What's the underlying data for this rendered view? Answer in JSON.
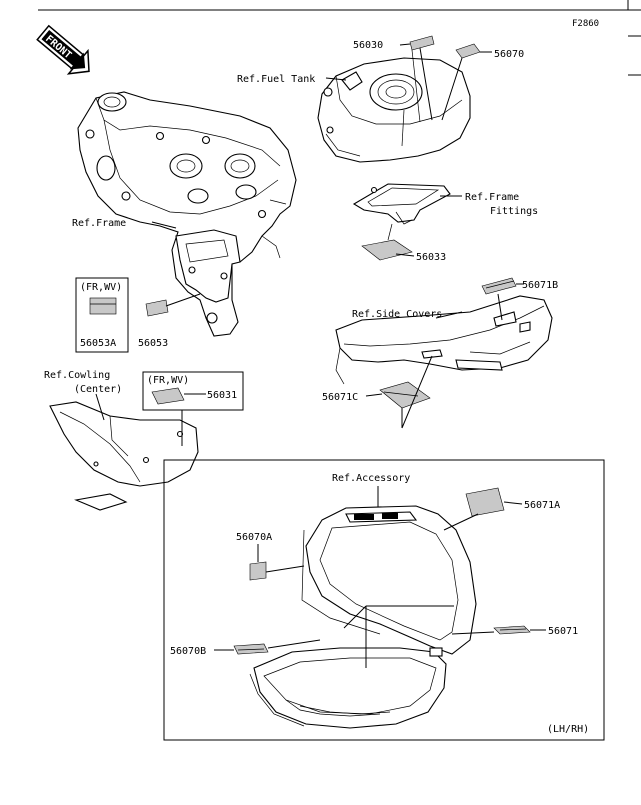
{
  "figure_code": "F2860",
  "front_badge": "FRONT",
  "refs": {
    "fuel_tank": "Ref.Fuel Tank",
    "frame": "Ref.Frame",
    "frame_fittings_1": "Ref.Frame",
    "frame_fittings_2": "Fittings",
    "side_covers": "Ref.Side Covers",
    "cowling_1": "Ref.Cowling",
    "cowling_2": "(Center)",
    "accessory": "Ref.Accessory"
  },
  "parts": {
    "p56030": "56030",
    "p56070": "56070",
    "p56033": "56033",
    "p56071B": "56071B",
    "p56053A": "56053A",
    "p56053": "56053",
    "p56031": "56031",
    "p56071C": "56071C",
    "p56071A": "56071A",
    "p56070A": "56070A",
    "p56071": "56071",
    "p56070B": "56070B"
  },
  "variant_labels": {
    "box_56053A": "(FR,WV)",
    "box_56031": "(FR,WV)"
  },
  "side_note": "(LH/RH)"
}
